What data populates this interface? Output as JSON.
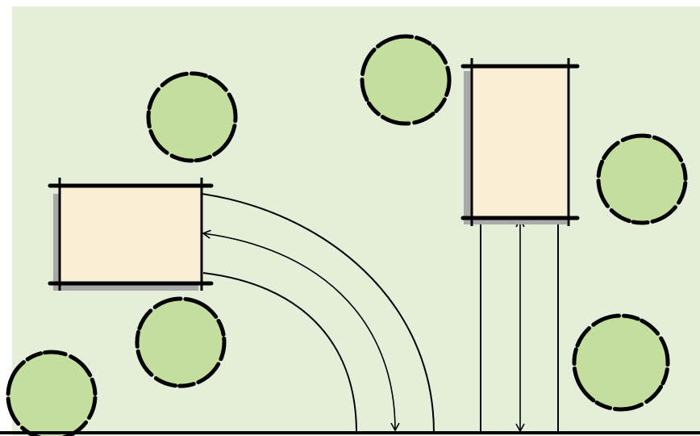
{
  "diagram": {
    "kind": "site-plan",
    "colors": {
      "ground": "#E4EED8",
      "building_fill": "#FAEFD5",
      "building_outline": "#000000",
      "building_shadow": "#A8A8A8",
      "tree_fill": "#C4DE9E",
      "tree_outline": "#000000",
      "road_line": "#000000"
    },
    "buildings": [
      {
        "name": "left-building",
        "shape": "rectangle",
        "shadow": true
      },
      {
        "name": "right-building",
        "shape": "rectangle",
        "shadow": true
      }
    ],
    "trees": [
      {
        "name": "tree-top-left"
      },
      {
        "name": "tree-top-center"
      },
      {
        "name": "tree-right-upper"
      },
      {
        "name": "tree-left-middle"
      },
      {
        "name": "tree-bottom-left"
      },
      {
        "name": "tree-right-lower"
      }
    ],
    "paths": [
      {
        "name": "curved-driveway-outer",
        "style": "curve"
      },
      {
        "name": "curved-driveway-center-arrow",
        "style": "curve-double-arrow"
      },
      {
        "name": "curved-driveway-inner",
        "style": "curve"
      },
      {
        "name": "straight-driveway-left",
        "style": "line"
      },
      {
        "name": "straight-driveway-center-arrow",
        "style": "line-double-arrow"
      },
      {
        "name": "straight-driveway-right",
        "style": "line"
      }
    ],
    "street": {
      "name": "street-line"
    }
  }
}
